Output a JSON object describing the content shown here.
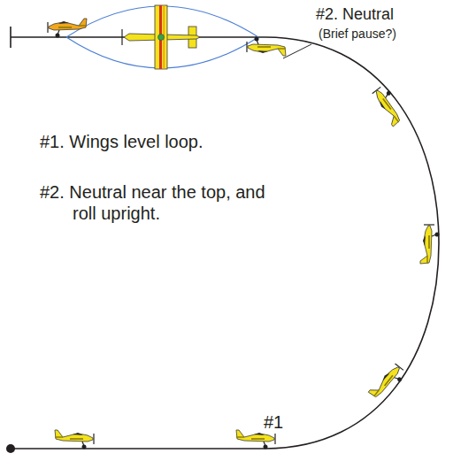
{
  "diagram": {
    "labels": [
      "#2. Neutral",
      "(Brief pause?)",
      "#1. Wings level loop.",
      "#2. Neutral near the top, and roll upright.",
      "#1"
    ]
  }
}
